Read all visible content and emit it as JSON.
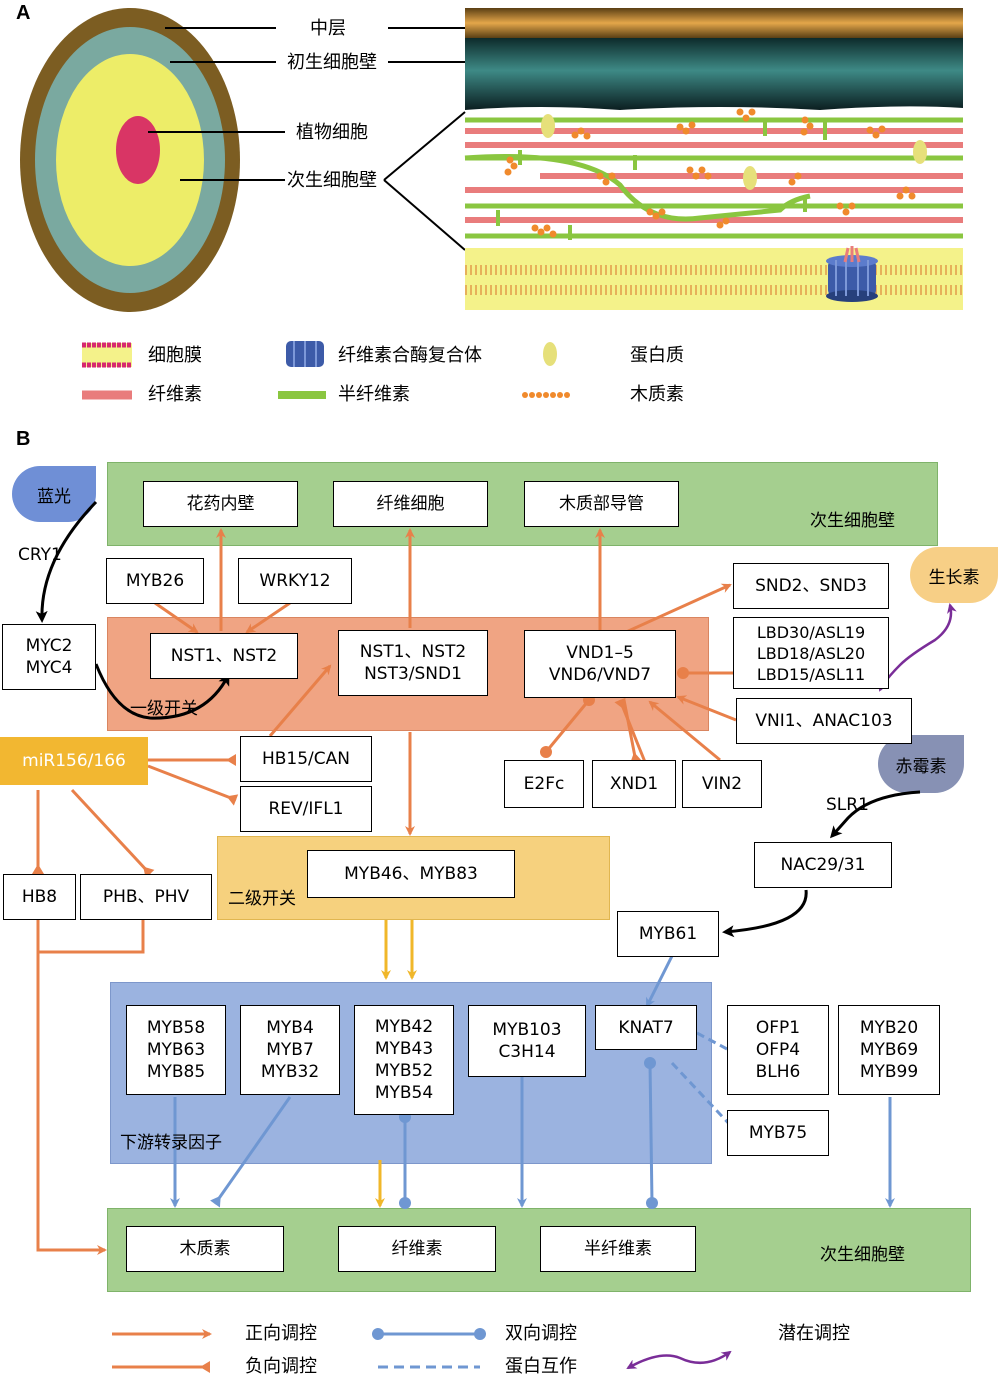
{
  "panel_a": {
    "label": "A",
    "layers": {
      "middle_lamella": "中层",
      "primary_wall": "初生细胞壁",
      "plant_cell": "植物细胞",
      "secondary_wall": "次生细胞壁"
    },
    "legend": {
      "membrane": "细胞膜",
      "cellulose_synthase": "纤维素合酶复合体",
      "protein": "蛋白质",
      "cellulose": "纤维素",
      "hemicellulose": "半纤维素",
      "lignin": "木质素"
    }
  },
  "panel_b": {
    "label": "B",
    "top_region": {
      "label": "次生细胞壁",
      "boxes": [
        "花药内壁",
        "纤维细胞",
        "木质部导管"
      ]
    },
    "first_switch": {
      "label": "一级开关",
      "boxes": {
        "nst12": [
          "NST1、NST2"
        ],
        "nst_snd": [
          "NST1、NST2",
          "NST3/SND1"
        ],
        "vnd": [
          "VND1–5",
          "VND6/VND7"
        ]
      }
    },
    "second_switch": {
      "label": "二级开关",
      "box": "MYB46、MYB83"
    },
    "downstream": {
      "label": "下游转录因子",
      "boxes": {
        "b1": [
          "MYB58",
          "MYB63",
          "MYB85"
        ],
        "b2": [
          "MYB4",
          "MYB7",
          "MYB32"
        ],
        "b3": [
          "MYB42",
          "MYB43",
          "MYB52",
          "MYB54"
        ],
        "b4": [
          "MYB103",
          "C3H14"
        ],
        "b5": [
          "KNAT7"
        ]
      }
    },
    "bottom_region": {
      "label": "次生细胞壁",
      "boxes": [
        "木质素",
        "纤维素",
        "半纤维素"
      ]
    },
    "outside": {
      "blue_light": "蓝光",
      "cry1": "CRY1",
      "myc": [
        "MYC2",
        "MYC4"
      ],
      "myb26": "MYB26",
      "wrky12": "WRKY12",
      "mir": "miR156/166",
      "hb15": "HB15/CAN",
      "rev": "REV/IFL1",
      "hb8": "HB8",
      "phb": "PHB、PHV",
      "snd23": "SND2、SND3",
      "auxin": "生长素",
      "lbd": [
        "LBD30/ASL19",
        "LBD18/ASL20",
        "LBD15/ASL11"
      ],
      "vni1": "VNI1、ANAC103",
      "e2fc": "E2Fc",
      "xnd1": "XND1",
      "vin2": "VIN2",
      "gibberellin": "赤霉素",
      "slr1": "SLR1",
      "nac": "NAC29/31",
      "myb61": "MYB61",
      "ofp": [
        "OFP1",
        "OFP4",
        "BLH6"
      ],
      "myb75": "MYB75",
      "myb20": [
        "MYB20",
        "MYB69",
        "MYB99"
      ]
    },
    "legend": {
      "positive": "正向调控",
      "negative": "负向调控",
      "bidirectional": "双向调控",
      "interaction": "蛋白互作",
      "potential": "潜在调控"
    }
  },
  "colors": {
    "orange": "#e8804a",
    "blue": "#6f97d2",
    "yellow_arrow": "#f0b72a",
    "purple": "#7a2d98",
    "green_region": "#a5cf8f",
    "salmon_region": "#f0a483",
    "peach_region": "#f6d17e",
    "blue_region": "#9bb3e0",
    "mir_fill": "#f2b731"
  }
}
